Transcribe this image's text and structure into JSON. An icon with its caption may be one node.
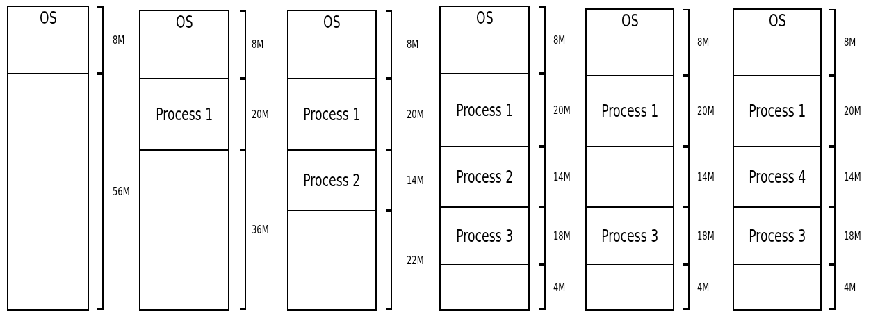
{
  "diagram": {
    "nodes": [
      {
        "text": [
          "OS"
        ]
      },
      {
        "text": [],
        "shape": "box"
      },
      {
        "text": [
          "OS"
        ]
      },
      {
        "text": [
          "Process 1"
        ]
      },
      {
        "text": [],
        "shape": "box"
      },
      {
        "text": [
          "OS"
        ]
      },
      {
        "text": [
          "Process 1"
        ]
      },
      {
        "text": [
          "Process 2"
        ]
      },
      {
        "text": [],
        "shape": "box"
      },
      {
        "text": [
          "OS"
        ]
      },
      {
        "text": [
          "Process 1"
        ]
      },
      {
        "text": [
          "Process 2"
        ]
      },
      {
        "text": [
          "Process 3"
        ]
      },
      {
        "text": [],
        "shape": "box"
      },
      {
        "text": [
          "OS"
        ]
      },
      {
        "text": [
          "Process 1"
        ]
      },
      {
        "text": [],
        "shape": "box"
      },
      {
        "text": [
          "Process 3"
        ]
      },
      {
        "text": [],
        "shape": "box"
      },
      {
        "text": [
          "OS"
        ]
      },
      {
        "text": [
          "Process 1"
        ]
      },
      {
        "text": [
          "Process 4"
        ]
      },
      {
        "text": [
          "Process 3"
        ]
      },
      {
        "text": [],
        "shape": "box"
      }
    ],
    "edges": [],
    "labels": [
      "8M",
      "56M",
      "8M",
      "20M",
      "36M",
      "8M",
      "20M",
      "14M",
      "22M",
      "8M",
      "20M",
      "14M",
      "18M",
      "4M",
      "8M",
      "20M",
      "14M",
      "18M",
      "4M",
      "8M",
      "20M",
      "14M",
      "18M",
      "4M"
    ]
  }
}
